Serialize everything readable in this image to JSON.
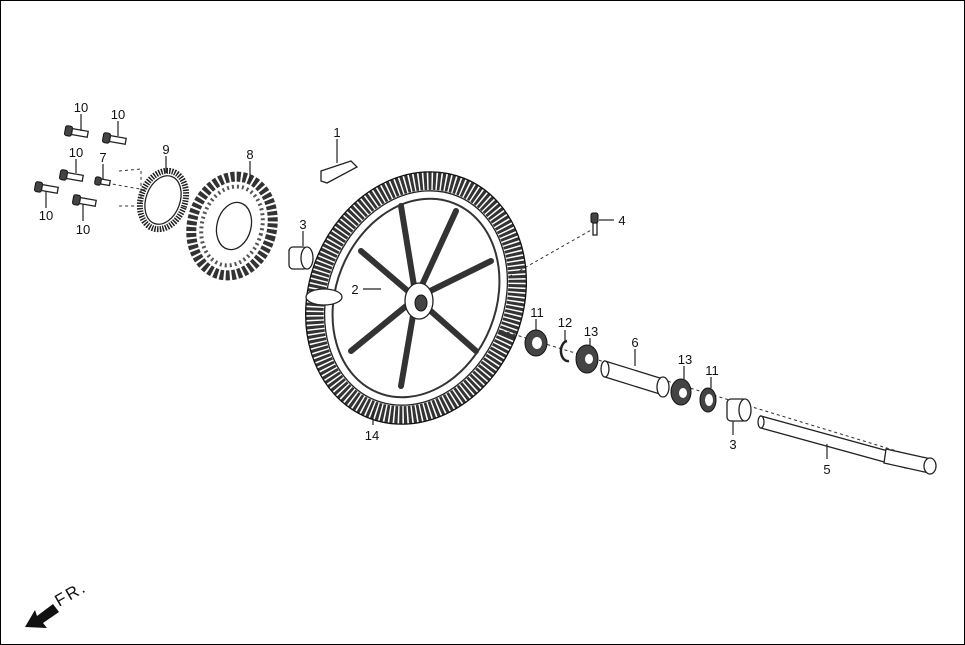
{
  "diagram": {
    "direction_label": "FR.",
    "labels": [
      "10",
      "10",
      "10",
      "10",
      "10",
      "7",
      "9",
      "8",
      "1",
      "3",
      "4",
      "2",
      "11",
      "12",
      "13",
      "6",
      "13",
      "11",
      "3",
      "5",
      "14"
    ],
    "line_color": "#222222",
    "background": "#ffffff"
  }
}
